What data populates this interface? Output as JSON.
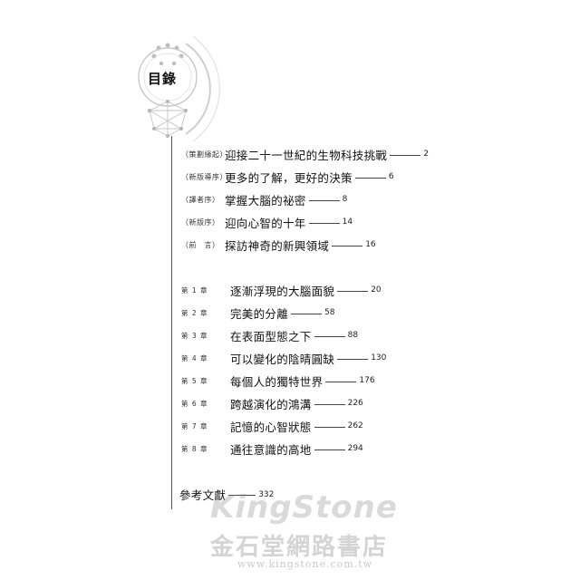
{
  "toc": {
    "title": "目錄",
    "front_matter": [
      {
        "label": "（策劃緣起）",
        "title": "迎接二十一世紀的生物科技挑戰",
        "page": "2"
      },
      {
        "label": "（新版導序）",
        "title": "更多的了解，更好的決策",
        "page": "6"
      },
      {
        "label": "（譯者序）",
        "title": "掌握大腦的祕密",
        "page": "8"
      },
      {
        "label": "（新版序）",
        "title": "迎向心智的十年",
        "page": "14"
      },
      {
        "label": "（前　言）",
        "title": "探訪神奇的新興領域",
        "page": "16"
      }
    ],
    "chapters": [
      {
        "label": "第 1 章",
        "title": "逐漸浮現的大腦面貌",
        "page": "20"
      },
      {
        "label": "第 2 章",
        "title": "完美的分離",
        "page": "58"
      },
      {
        "label": "第 3 章",
        "title": "在表面型態之下",
        "page": "88"
      },
      {
        "label": "第 4 章",
        "title": "可以變化的陰晴圓缺",
        "page": "130"
      },
      {
        "label": "第 5 章",
        "title": "每個人的獨特世界",
        "page": "176"
      },
      {
        "label": "第 6 章",
        "title": "跨越演化的鴻溝",
        "page": "226"
      },
      {
        "label": "第 7 章",
        "title": "記憶的心智狀態",
        "page": "262"
      },
      {
        "label": "第 8 章",
        "title": "通往意識的高地",
        "page": "294"
      }
    ],
    "references": {
      "title": "參考文獻",
      "page": "332"
    }
  },
  "watermark": {
    "brand": "KingStone",
    "chinese": "金石堂網路書店",
    "url": "www.kingstone.com.tw"
  },
  "colors": {
    "text": "#111111",
    "ornament": "#c8c8c8",
    "watermark": "#969696"
  }
}
